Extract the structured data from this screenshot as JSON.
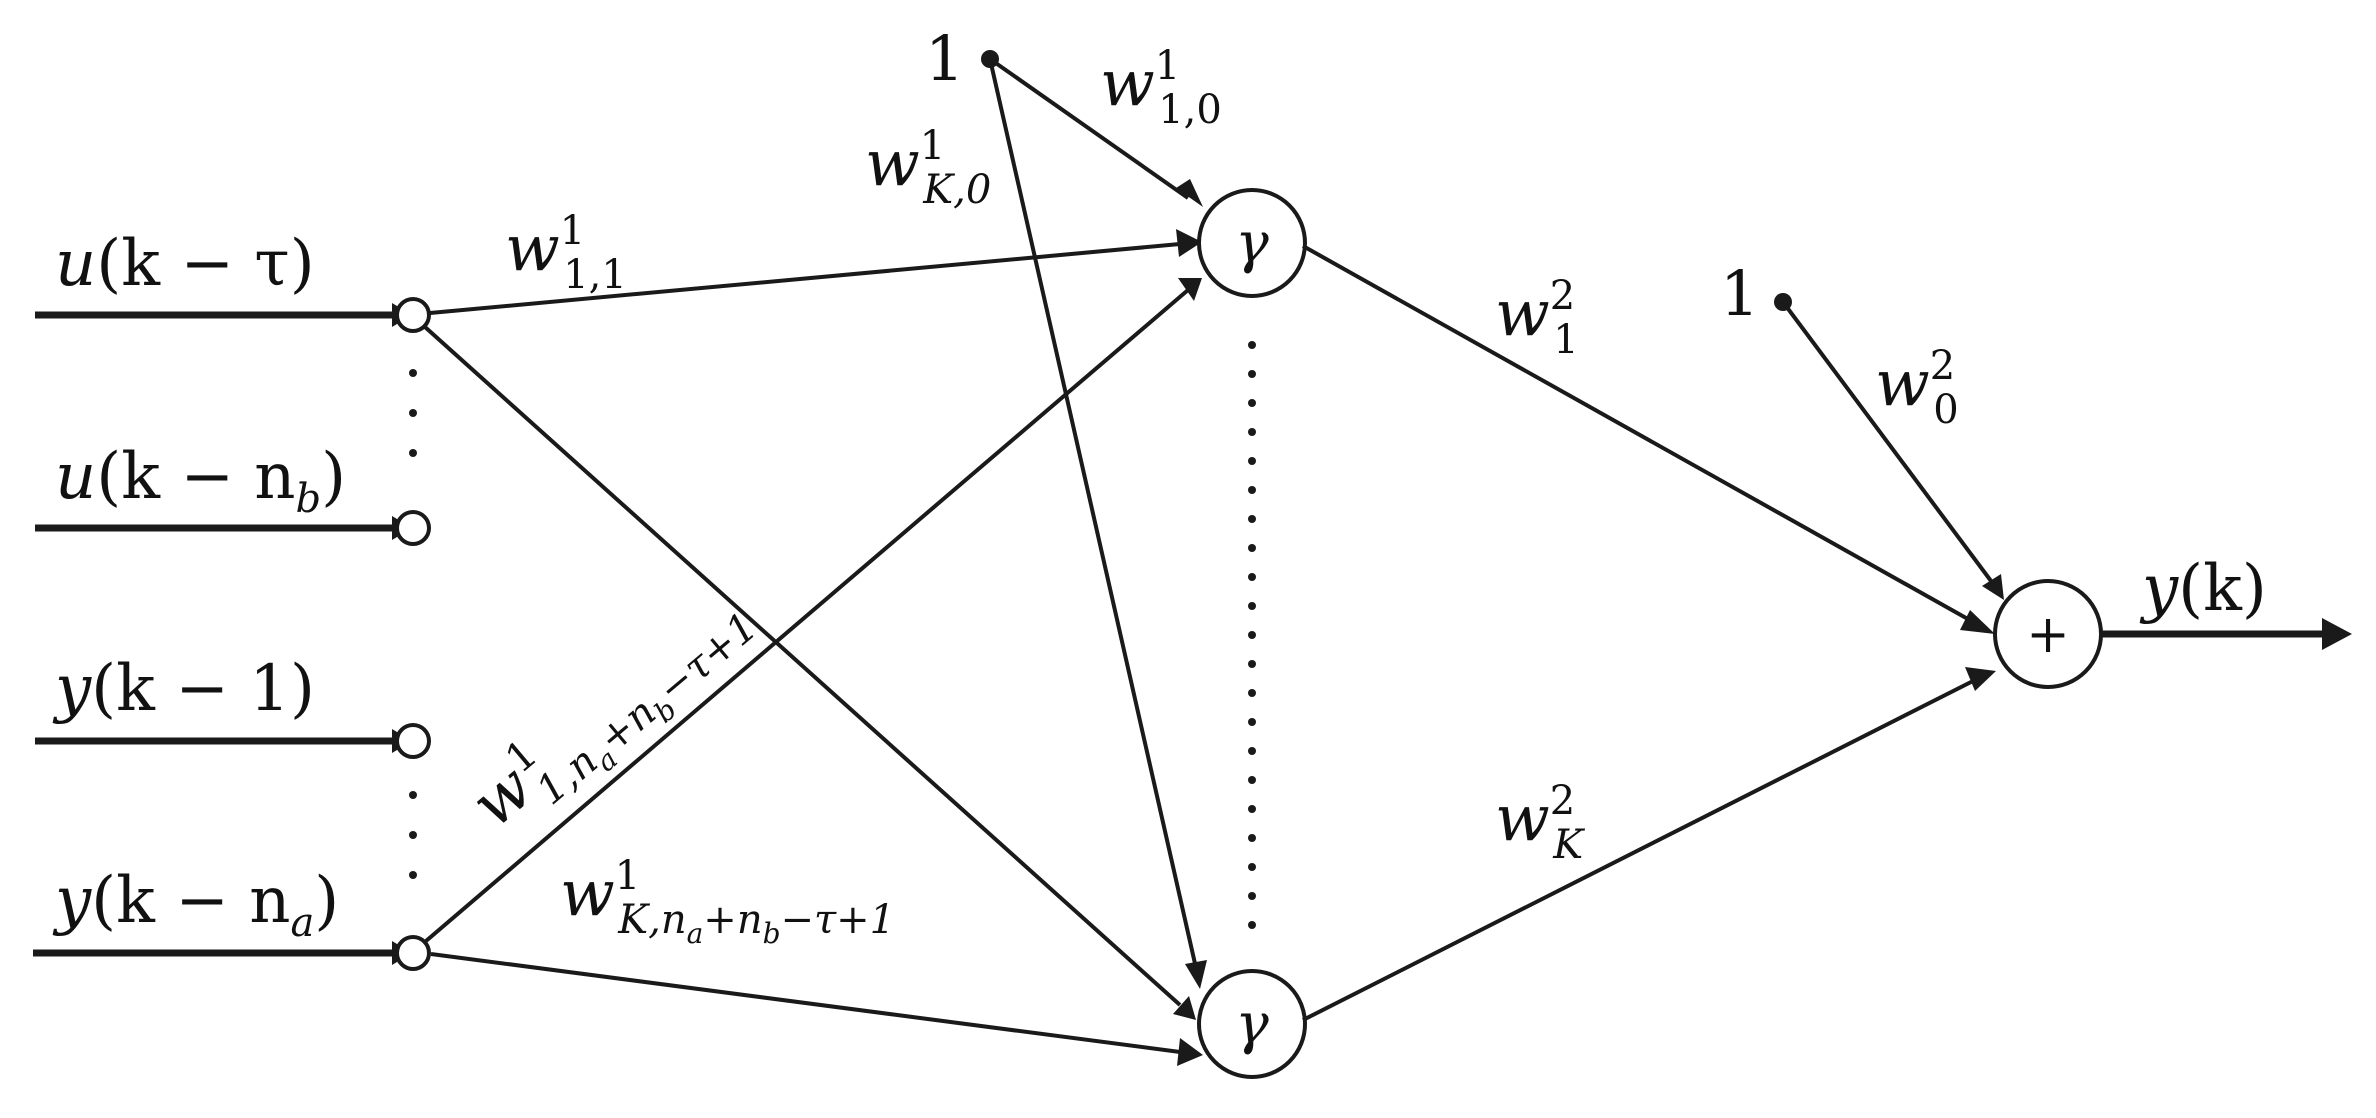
{
  "inputs": [
    {
      "base": "u",
      "args": "(k − τ)"
    },
    {
      "base": "u",
      "args": "(k − n",
      "sub": "b",
      "close": ")"
    },
    {
      "base": "y",
      "args": "(k − 1)"
    },
    {
      "base": "y",
      "args": "(k − n",
      "sub": "a",
      "close": ")"
    }
  ],
  "bias_label": "1",
  "hidden_symbol": "γ",
  "output_symbol": "+",
  "output_label": {
    "base": "y",
    "args": "(k)"
  },
  "weights": {
    "w110": {
      "base": "w",
      "sup": "1",
      "sub": "1,0"
    },
    "wK0": {
      "base": "w",
      "sup": "1",
      "sub": "K,0"
    },
    "w111": {
      "base": "w",
      "sup": "1",
      "sub": "1,1"
    },
    "w1n": {
      "base": "w",
      "sup": "1",
      "sub": "1,n",
      "subsub": "a",
      "tail": "+n",
      "tailsub": "b",
      "end": "−τ+1"
    },
    "wKn": {
      "base": "w",
      "sup": "1",
      "sub": "K,n",
      "subsub": "a",
      "tail": "+n",
      "tailsub": "b",
      "end": "−τ+1"
    },
    "w21": {
      "base": "w",
      "sup": "2",
      "sub": "1"
    },
    "w20": {
      "base": "w",
      "sup": "2",
      "sub": "0"
    },
    "w2K": {
      "base": "w",
      "sup": "2",
      "sub": "K"
    }
  }
}
